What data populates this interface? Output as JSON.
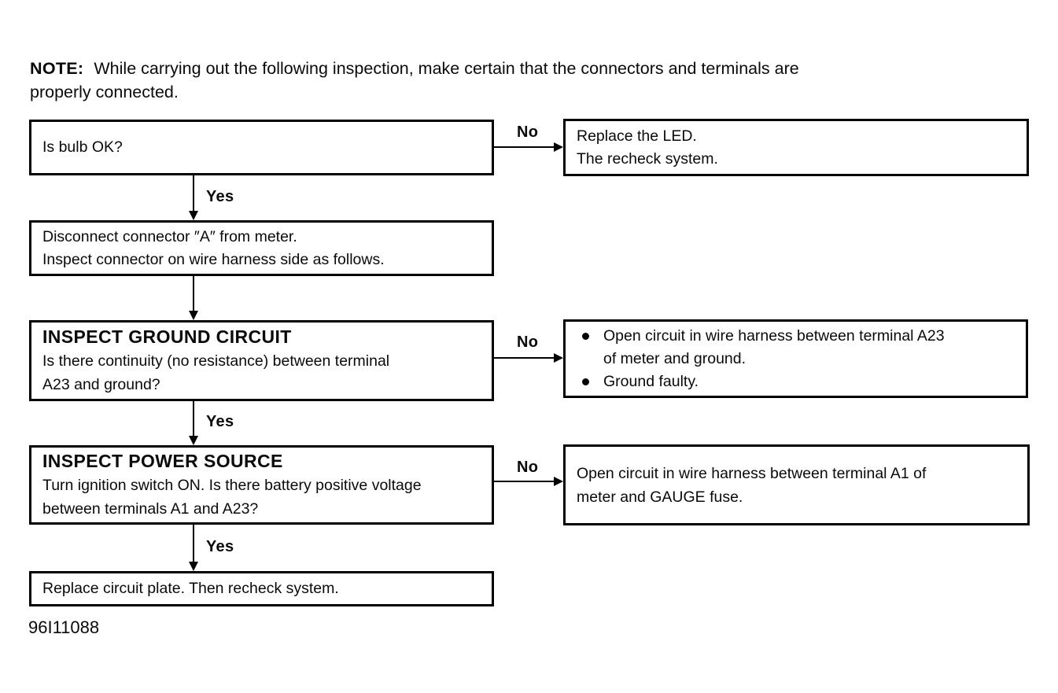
{
  "colors": {
    "ink": "#000000",
    "paper": "#ffffff"
  },
  "note": {
    "label": "NOTE:",
    "line1": "While carrying out the following inspection, make certain that the connectors and terminals are",
    "line2": "properly connected."
  },
  "labels": {
    "yes": "Yes",
    "no": "No"
  },
  "flow": {
    "step1": {
      "text": "Is bulb OK?"
    },
    "result1": {
      "line1": "Replace the LED.",
      "line2": "The recheck system."
    },
    "step2": {
      "line1": "Disconnect connector ″A″ from meter.",
      "line2": "Inspect connector on wire harness side as follows."
    },
    "step3": {
      "title": "INSPECT GROUND CIRCUIT",
      "line1": "Is there continuity (no resistance) between terminal",
      "line2": "A23 and ground?"
    },
    "result3": {
      "items": [
        {
          "lines": [
            "Open circuit in wire harness between terminal A23",
            "of meter and ground."
          ]
        },
        {
          "lines": [
            "Ground faulty."
          ]
        }
      ]
    },
    "step4": {
      "title": "INSPECT POWER SOURCE",
      "line1": "Turn ignition switch ON. Is there battery positive voltage",
      "line2": "between terminals A1 and A23?"
    },
    "result4": {
      "line1": "Open circuit in wire harness between terminal A1 of",
      "line2": "meter and GAUGE fuse."
    },
    "step5": {
      "text": "Replace circuit plate. Then recheck system."
    }
  },
  "footer": {
    "code": "96I11088"
  }
}
